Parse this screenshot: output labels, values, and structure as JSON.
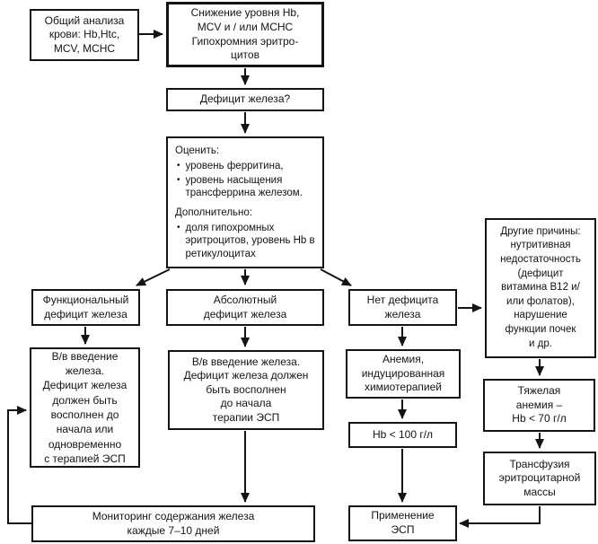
{
  "bullet": "•",
  "colors": {
    "line": "#141414",
    "background": "#ffffff",
    "box_fill": "#ffffff"
  },
  "nodes": {
    "cbc": "Общий анализа\nкрови:  Hb,Htc,\nMCV, MCHC",
    "decrease": "Снижение уровня Hb,\nMCV и / или МСНС\nГипохромния эритро-\nцитов",
    "deficit_question": "Дефицит железа?",
    "assess": {
      "title": "Оценить:",
      "bullets_main": [
        "уровень ферритина,",
        "уровень  насыщения трансферрина железом."
      ],
      "subtitle": "Дополнительно:",
      "bullets_extra": [
        "доля гипохромных эритроцитов, уровень Hb в ретикулоцитах"
      ]
    },
    "functional": "Функциональный\nдефицит железа",
    "absolute": "Абсолютный\nдефицит железа",
    "no_deficit": "Нет дефицита\nжелеза",
    "other_causes": "Другие причины:\nнутритивная\nнедостаточность\n(дефицит\nвитамина B12 и/\nили фолатов),\nнарушение\nфункции почек\nи др.",
    "iv_iron_concurrent": "В/в введение\nжелеза.\nДефицит железа\nдолжен быть\nвосполнен до\nначала или\nодновременно\nс терапией ЭСП",
    "iv_iron_before": "В/в введение железа.\nДефицит железа должен\nбыть восполнен\nдо начала\nтерапии ЭСП",
    "chemo_anemia": "Анемия,\nиндуцированная\nхимиотерапией",
    "hb_100": "Hb < 100 г/л",
    "severe_anemia": "Тяжелая\nанемия –\nHb < 70 г/л",
    "transfusion": "Трансфузия\nэритроцитарной\nмассы",
    "monitoring": "Мониторинг содержания железа\nкаждые 7–10 дней",
    "esp": "Применение\nЭСП"
  }
}
